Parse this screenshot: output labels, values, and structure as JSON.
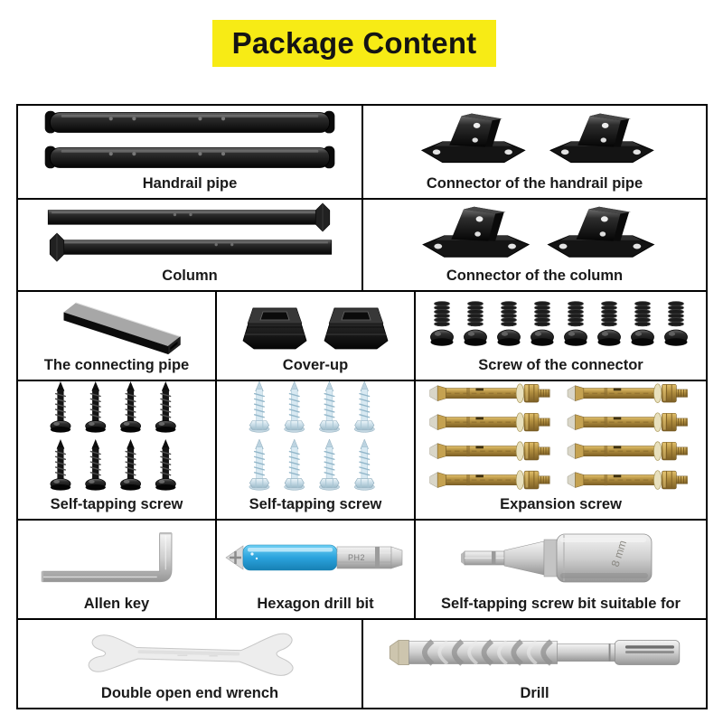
{
  "title": {
    "text": "Package Content",
    "bg_color": "#F7EB15",
    "text_color": "#141414"
  },
  "colors": {
    "table_border": "#000000",
    "item_black": "#111111",
    "item_steel": "#cccccc",
    "item_brass": "#b08d3e",
    "item_blue": "#2ba3dd",
    "item_zinc_blue": "#d8e9f2"
  },
  "grid": {
    "rows": [
      {
        "cells": [
          {
            "label": "Handrail pipe",
            "count": 2,
            "item_color": "black"
          },
          {
            "label": "Connector of the handrail pipe",
            "count": 2,
            "item_color": "black"
          }
        ]
      },
      {
        "cells": [
          {
            "label": "Column",
            "count": 2,
            "item_color": "black"
          },
          {
            "label": "Connector of the column",
            "count": 2,
            "item_color": "black"
          }
        ]
      },
      {
        "cells": [
          {
            "label": "The connecting pipe",
            "count": 1,
            "item_color": "black"
          },
          {
            "label": "Cover-up",
            "count": 2,
            "item_color": "black"
          },
          {
            "label": "Screw of the connector",
            "count": 8,
            "item_color": "black"
          }
        ]
      },
      {
        "cells": [
          {
            "label": "Self-tapping screw",
            "count": 8,
            "item_color": "black"
          },
          {
            "label": "Self-tapping screw",
            "count": 8,
            "item_color": "zinc-blue"
          },
          {
            "label": "Expansion screw",
            "count": 8,
            "item_color": "brass"
          }
        ]
      },
      {
        "cells": [
          {
            "label": "Allen key",
            "count": 1,
            "item_color": "silver"
          },
          {
            "label": "Hexagon drill bit",
            "count": 1,
            "item_color": "blue-silver",
            "marking": "PH2"
          },
          {
            "label": "Self-tapping screw bit suitable for",
            "count": 1,
            "item_color": "silver",
            "marking": "8 mm"
          }
        ]
      },
      {
        "cells": [
          {
            "label": "Double open end wrench",
            "count": 1,
            "item_color": "silver"
          },
          {
            "label": "Drill",
            "count": 1,
            "item_color": "silver"
          }
        ]
      }
    ]
  }
}
